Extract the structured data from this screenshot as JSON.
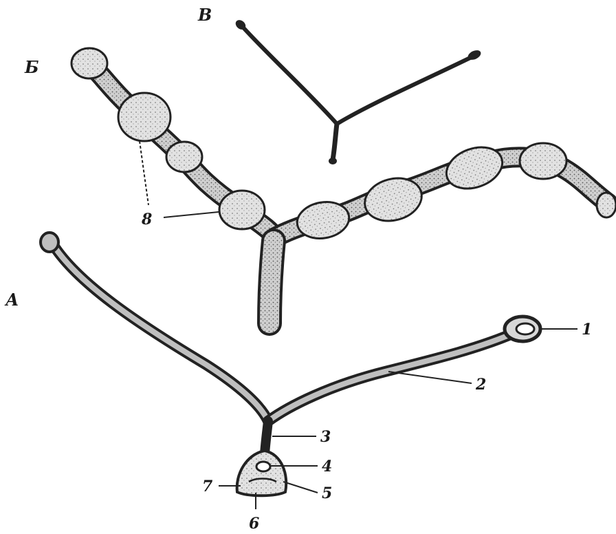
{
  "figure": {
    "panels": [
      {
        "id": "A",
        "label": "А"
      },
      {
        "id": "B",
        "label": "Б"
      },
      {
        "id": "V",
        "label": "В"
      }
    ],
    "callouts": [
      {
        "id": "1",
        "text": "1"
      },
      {
        "id": "2",
        "text": "2"
      },
      {
        "id": "3",
        "text": "3"
      },
      {
        "id": "4",
        "text": "4"
      },
      {
        "id": "5",
        "text": "5"
      },
      {
        "id": "6",
        "text": "6"
      },
      {
        "id": "7",
        "text": "7"
      },
      {
        "id": "8",
        "text": "8"
      }
    ]
  }
}
